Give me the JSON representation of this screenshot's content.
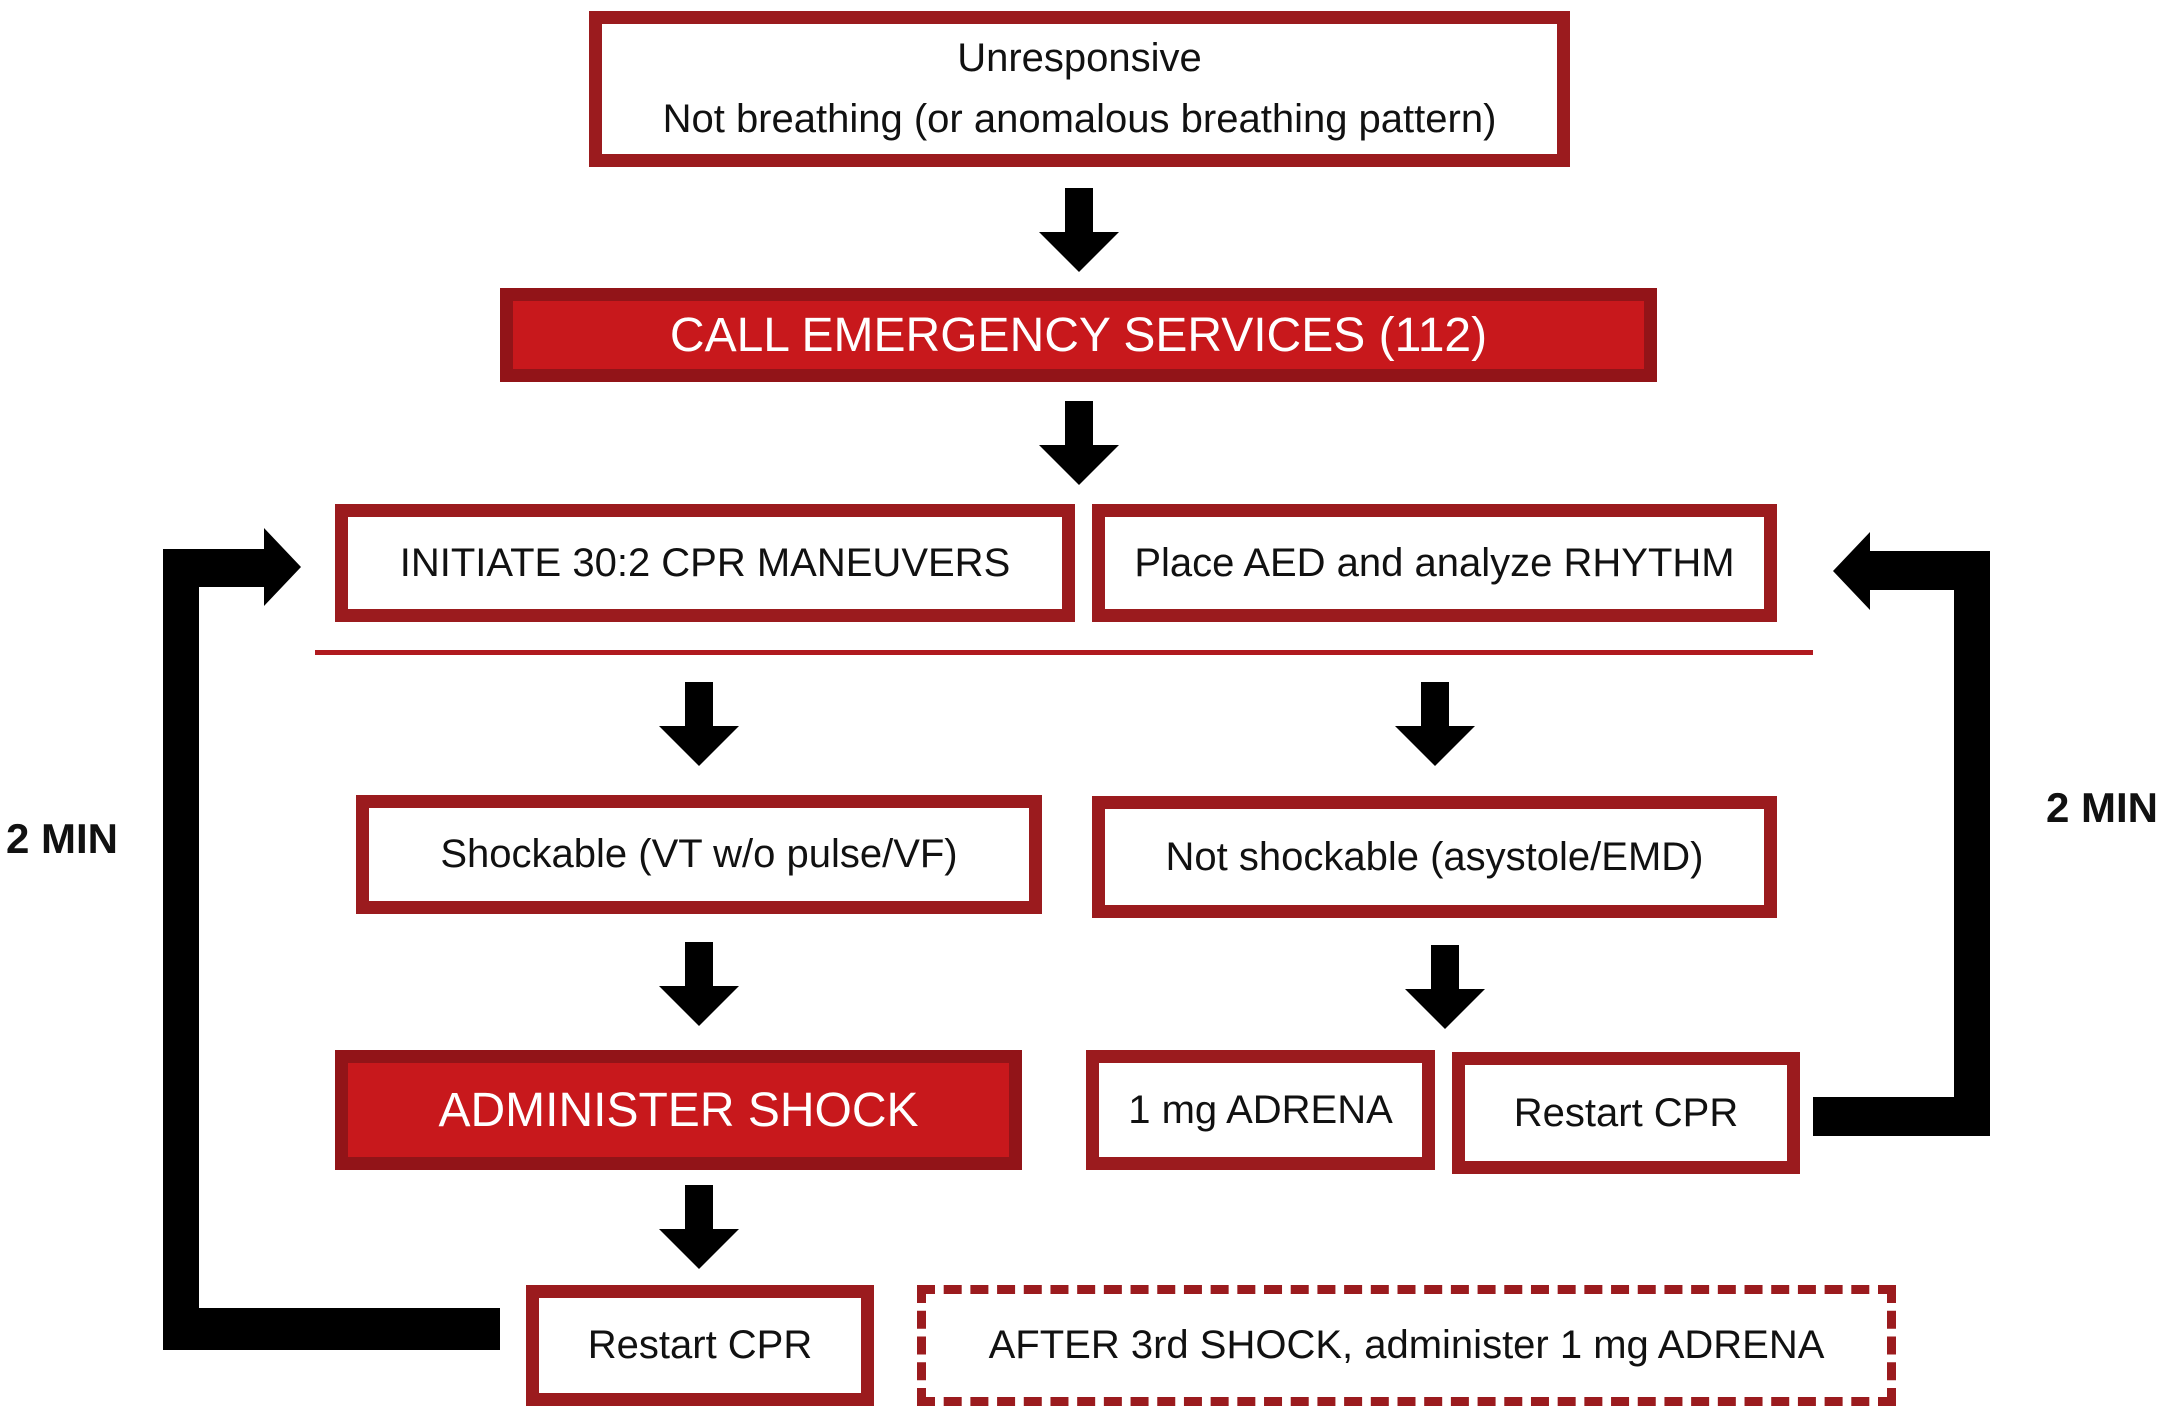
{
  "nodes": {
    "start_line1": "Unresponsive",
    "start_line2": "Not breathing (or anomalous breathing pattern)",
    "call": "CALL EMERGENCY SERVICES (112)",
    "cpr": "INITIATE 30:2 CPR MANEUVERS",
    "aed": "Place AED and analyze RHYTHM",
    "shockable": "Shockable (VT w/o pulse/VF)",
    "not_shockable": "Not shockable (asystole/EMD)",
    "shock": "ADMINISTER SHOCK",
    "adrena": "1 mg ADRENA",
    "restart_right": "Restart CPR",
    "restart_left": "Restart CPR",
    "after_third": "AFTER 3rd SHOCK, administer 1 mg ADRENA"
  },
  "loops": {
    "left_label": "2 MIN",
    "right_label": "2 MIN"
  },
  "colors": {
    "border": "#9b1b1e",
    "fill": "#c8181c",
    "arrow": "#000000"
  }
}
